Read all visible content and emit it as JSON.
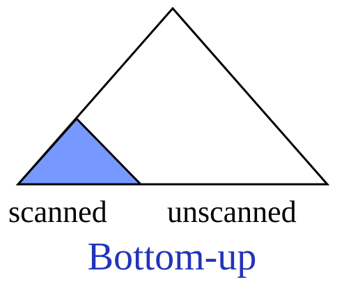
{
  "labels": {
    "left": "scanned",
    "right": "unscanned"
  },
  "title": "Bottom-up",
  "colors": {
    "scanned_fill": "#7799ff",
    "title": "#2233bb",
    "outline": "#000000"
  }
}
